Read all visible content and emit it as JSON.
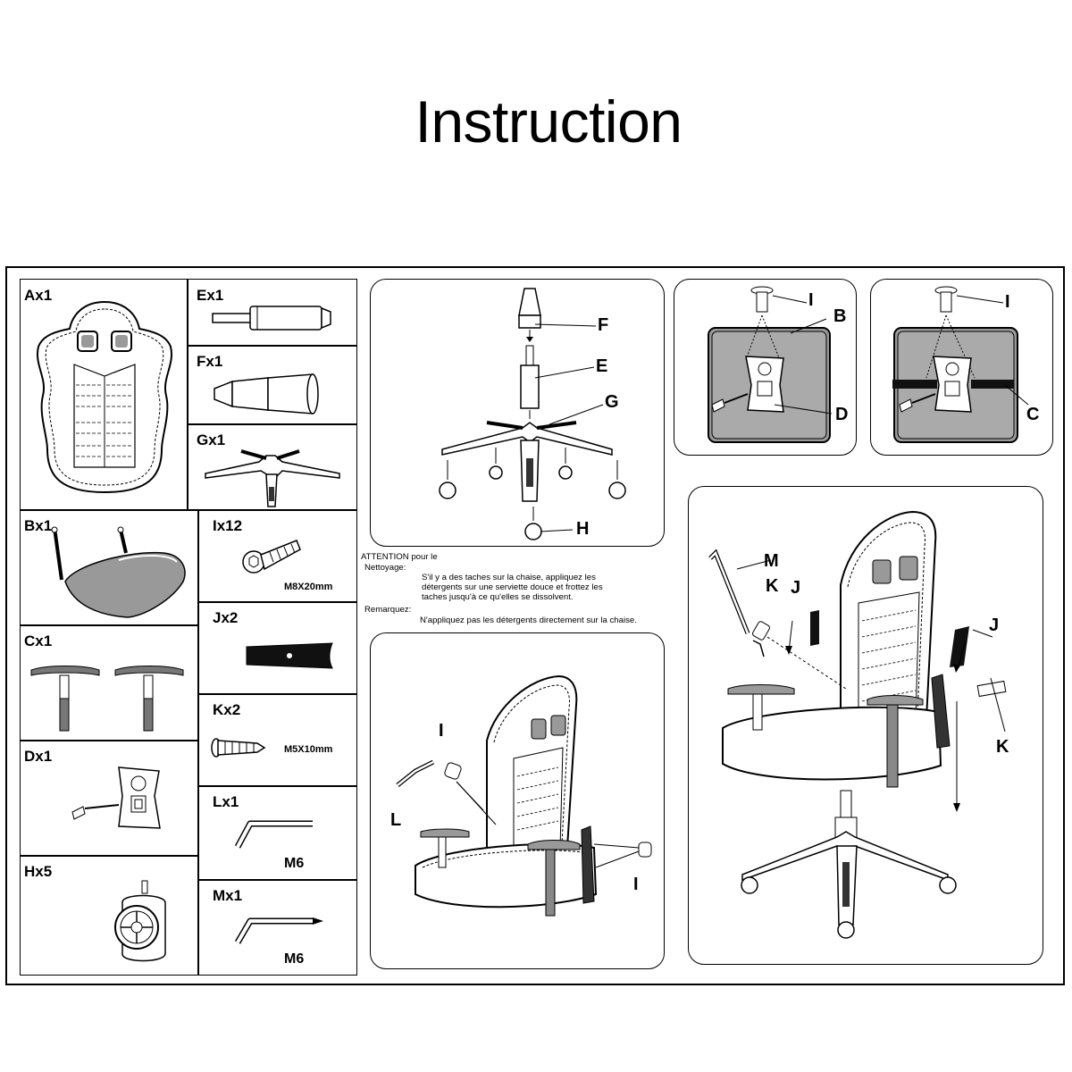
{
  "title": "Instruction",
  "parts": {
    "a": {
      "label": "Ax1"
    },
    "e": {
      "label": "Ex1"
    },
    "f": {
      "label": "Fx1"
    },
    "g": {
      "label": "Gx1"
    },
    "b": {
      "label": "Bx1"
    },
    "i": {
      "label": "Ix12",
      "spec": "M8X20mm"
    },
    "j": {
      "label": "Jx2"
    },
    "c": {
      "label": "Cx1"
    },
    "k": {
      "label": "Kx2",
      "spec": "M5X10mm"
    },
    "d": {
      "label": "Dx1"
    },
    "l": {
      "label": "Lx1",
      "size": "M6"
    },
    "h": {
      "label": "Hx5"
    },
    "m": {
      "label": "Mx1",
      "size": "M6"
    }
  },
  "callouts": {
    "base": [
      "F",
      "E",
      "G",
      "H"
    ],
    "seat_plate_left": [
      "I",
      "B",
      "D"
    ],
    "seat_plate_right": [
      "I",
      "C"
    ],
    "armrest": [
      "I",
      "L",
      "I"
    ],
    "backrest": [
      "M",
      "K",
      "J",
      "J",
      "K"
    ]
  },
  "notice": {
    "heading": "ATTENTION pour le",
    "cleaning_label": "Nettoyage:",
    "cleaning_lines": [
      "S'il y a des taches sur la chaise, appliquez les",
      "détergents sur une serviette douce et frottez les",
      "taches jusqu'à ce qu'elles se dissolvent."
    ],
    "remark_label": "Remarquez:",
    "remark_line": "N'appliquez pas les détergents directement sur la chaise."
  }
}
